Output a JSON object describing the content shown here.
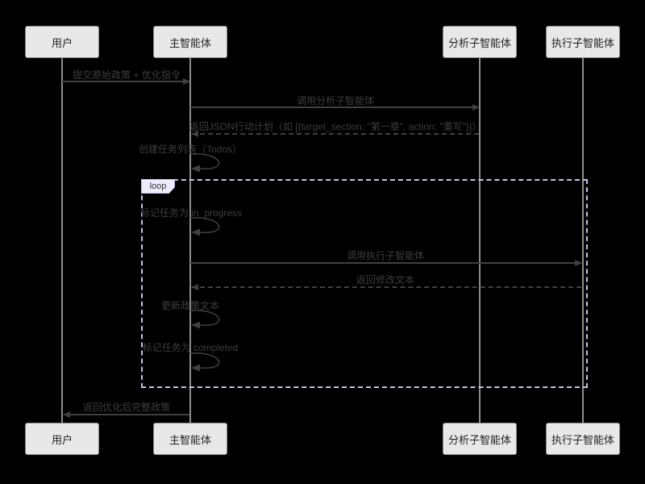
{
  "diagram": {
    "type": "sequence-diagram",
    "actors": [
      {
        "id": "user",
        "label": "用户"
      },
      {
        "id": "main-agent",
        "label": "主智能体"
      },
      {
        "id": "analysis-agent",
        "label": "分析子智能体"
      },
      {
        "id": "executor-agent",
        "label": "执行子智能体"
      }
    ],
    "loop": {
      "label": "loop"
    },
    "messages": {
      "m1": {
        "from": "用户",
        "to": "主智能体",
        "style": "solid",
        "label": "提交原始政策 + 优化指令"
      },
      "m2": {
        "from": "主智能体",
        "to": "分析子智能体",
        "style": "solid",
        "label": "调用分析子智能体"
      },
      "m3": {
        "from": "分析子智能体",
        "to": "主智能体",
        "style": "dashed",
        "label": "返回JSON行动计划（如 [{target_section: \"第一章\", action: \"重写\"}]）"
      },
      "self1": {
        "from": "主智能体",
        "to": "主智能体",
        "style": "self",
        "label": "创建任务列表（Todos）"
      },
      "self2": {
        "from": "主智能体",
        "to": "主智能体",
        "style": "self",
        "label": "标记任务为 in_progress"
      },
      "m4": {
        "from": "主智能体",
        "to": "执行子智能体",
        "style": "solid",
        "label": "调用执行子智能体"
      },
      "m5": {
        "from": "执行子智能体",
        "to": "主智能体",
        "style": "dashed",
        "label": "返回修改文本"
      },
      "self3": {
        "from": "主智能体",
        "to": "主智能体",
        "style": "self",
        "label": "更新政策文本"
      },
      "self4": {
        "from": "主智能体",
        "to": "主智能体",
        "style": "self",
        "label": "标记任务为 completed"
      },
      "m6": {
        "from": "主智能体",
        "to": "用户",
        "style": "solid",
        "label": "返回优化后完整政策"
      }
    },
    "colors": {
      "background": "#000000",
      "actor_fill": "#e8e8e8",
      "actor_border": "#8a8a8a",
      "actor_text": "#1f1f1f",
      "lifeline": "#8c8c8c",
      "message_line": "#404040",
      "message_text": "#3d3d3d",
      "loop_border": "#c3c3e6",
      "loop_tag_fill": "#ececff",
      "loop_tag_text": "#333333"
    }
  }
}
